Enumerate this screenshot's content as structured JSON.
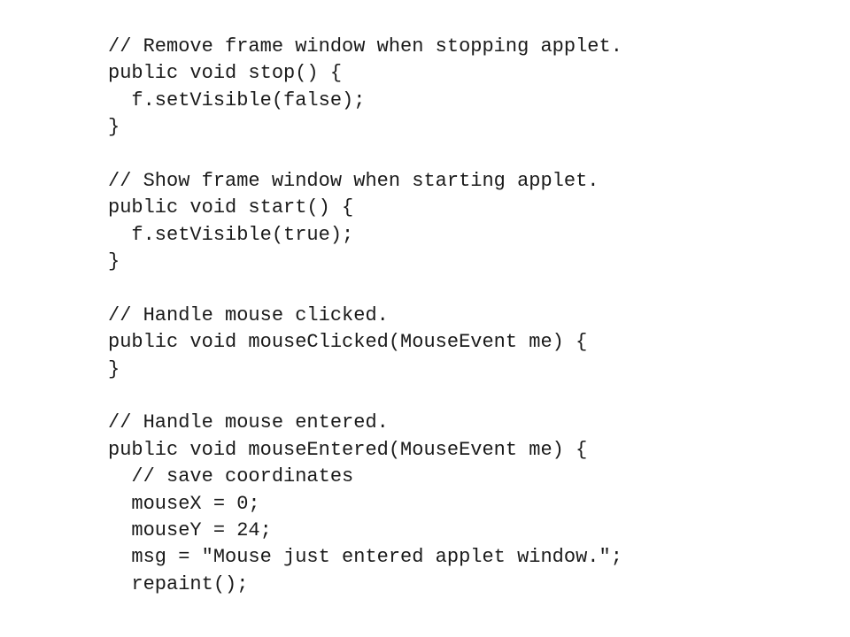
{
  "code_lines": [
    "// Remove frame window when stopping applet.",
    "public void stop() {",
    "  f.setVisible(false);",
    "}",
    "",
    "// Show frame window when starting applet.",
    "public void start() {",
    "  f.setVisible(true);",
    "}",
    "",
    "// Handle mouse clicked.",
    "public void mouseClicked(MouseEvent me) {",
    "}",
    "",
    "// Handle mouse entered.",
    "public void mouseEntered(MouseEvent me) {",
    "  // save coordinates",
    "  mouseX = 0;",
    "  mouseY = 24;",
    "  msg = \"Mouse just entered applet window.\";",
    "  repaint();"
  ]
}
